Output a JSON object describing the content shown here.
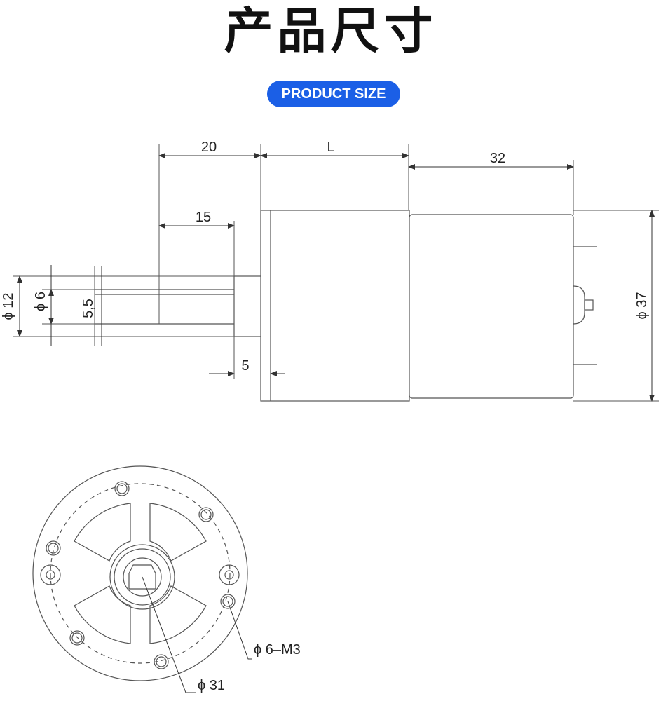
{
  "header": {
    "title": "产品尺寸",
    "badge": "PRODUCT SIZE"
  },
  "dimensions": {
    "shaft_length": "20",
    "body_length": "L",
    "motor_length": "32",
    "flat_length": "15",
    "shaft_dia": "ϕ 12",
    "shaft_dia_inner": "ϕ 6",
    "flat_width": "5,5",
    "flange_thickness": "5",
    "body_dia": "ϕ 37",
    "mount_holes": "ϕ 6–M3",
    "hole_circle": "ϕ 31"
  },
  "colors": {
    "badge": "#1b5fe6",
    "line": "#555555",
    "fill": "#ffffff"
  }
}
